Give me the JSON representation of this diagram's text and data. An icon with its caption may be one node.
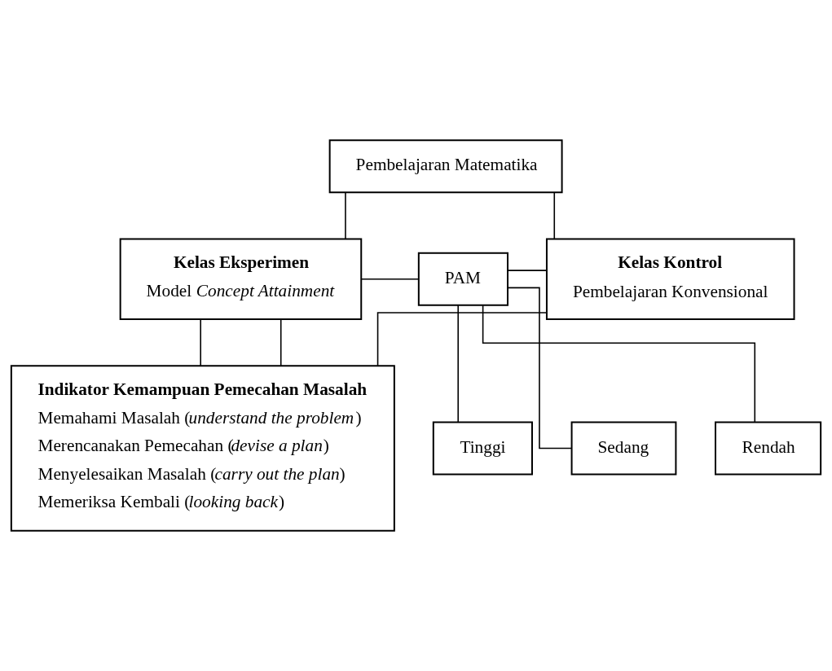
{
  "diagram": {
    "nodes": [
      {
        "text": [
          "Pembelajaran Matematika"
        ]
      },
      {
        "text": [
          "**Kelas Eksperimen**",
          "Model *Concept Attainment*"
        ]
      },
      {
        "text": [
          "PAM"
        ]
      },
      {
        "text": [
          "**Kelas Kontrol**",
          "Pembelajaran Konvensional"
        ]
      },
      {
        "text": [
          "Tinggi"
        ]
      },
      {
        "text": [
          "Sedang"
        ]
      },
      {
        "text": [
          "Rendah"
        ]
      },
      {
        "text": [
          "**Indikator Kemampuan Pemecahan Masalah**",
          "Memahami Masalah (*understand the problem*)",
          "Merencanakan Pemecahan (*devise a plan*)",
          "Menyelesaikan Masalah (*carry out the plan*)",
          "Memeriksa Kembali (*looking back*)"
        ]
      }
    ],
    "edges": [
      {
        "from": 0,
        "to": 1,
        "arrow": "none"
      },
      {
        "from": 0,
        "to": 3,
        "arrow": "none"
      },
      {
        "from": 1,
        "to": 2,
        "arrow": "none"
      },
      {
        "from": 2,
        "to": 3,
        "arrow": "none"
      },
      {
        "from": 2,
        "to": 4,
        "arrow": "none"
      },
      {
        "from": 2,
        "to": 5,
        "arrow": "none"
      },
      {
        "from": 2,
        "to": 6,
        "arrow": "none"
      },
      {
        "from": 1,
        "to": 7,
        "arrow": "none"
      },
      {
        "from": 3,
        "to": 7,
        "arrow": "none"
      },
      {
        "from": 1,
        "to": 7,
        "arrow": "none"
      }
    ]
  }
}
